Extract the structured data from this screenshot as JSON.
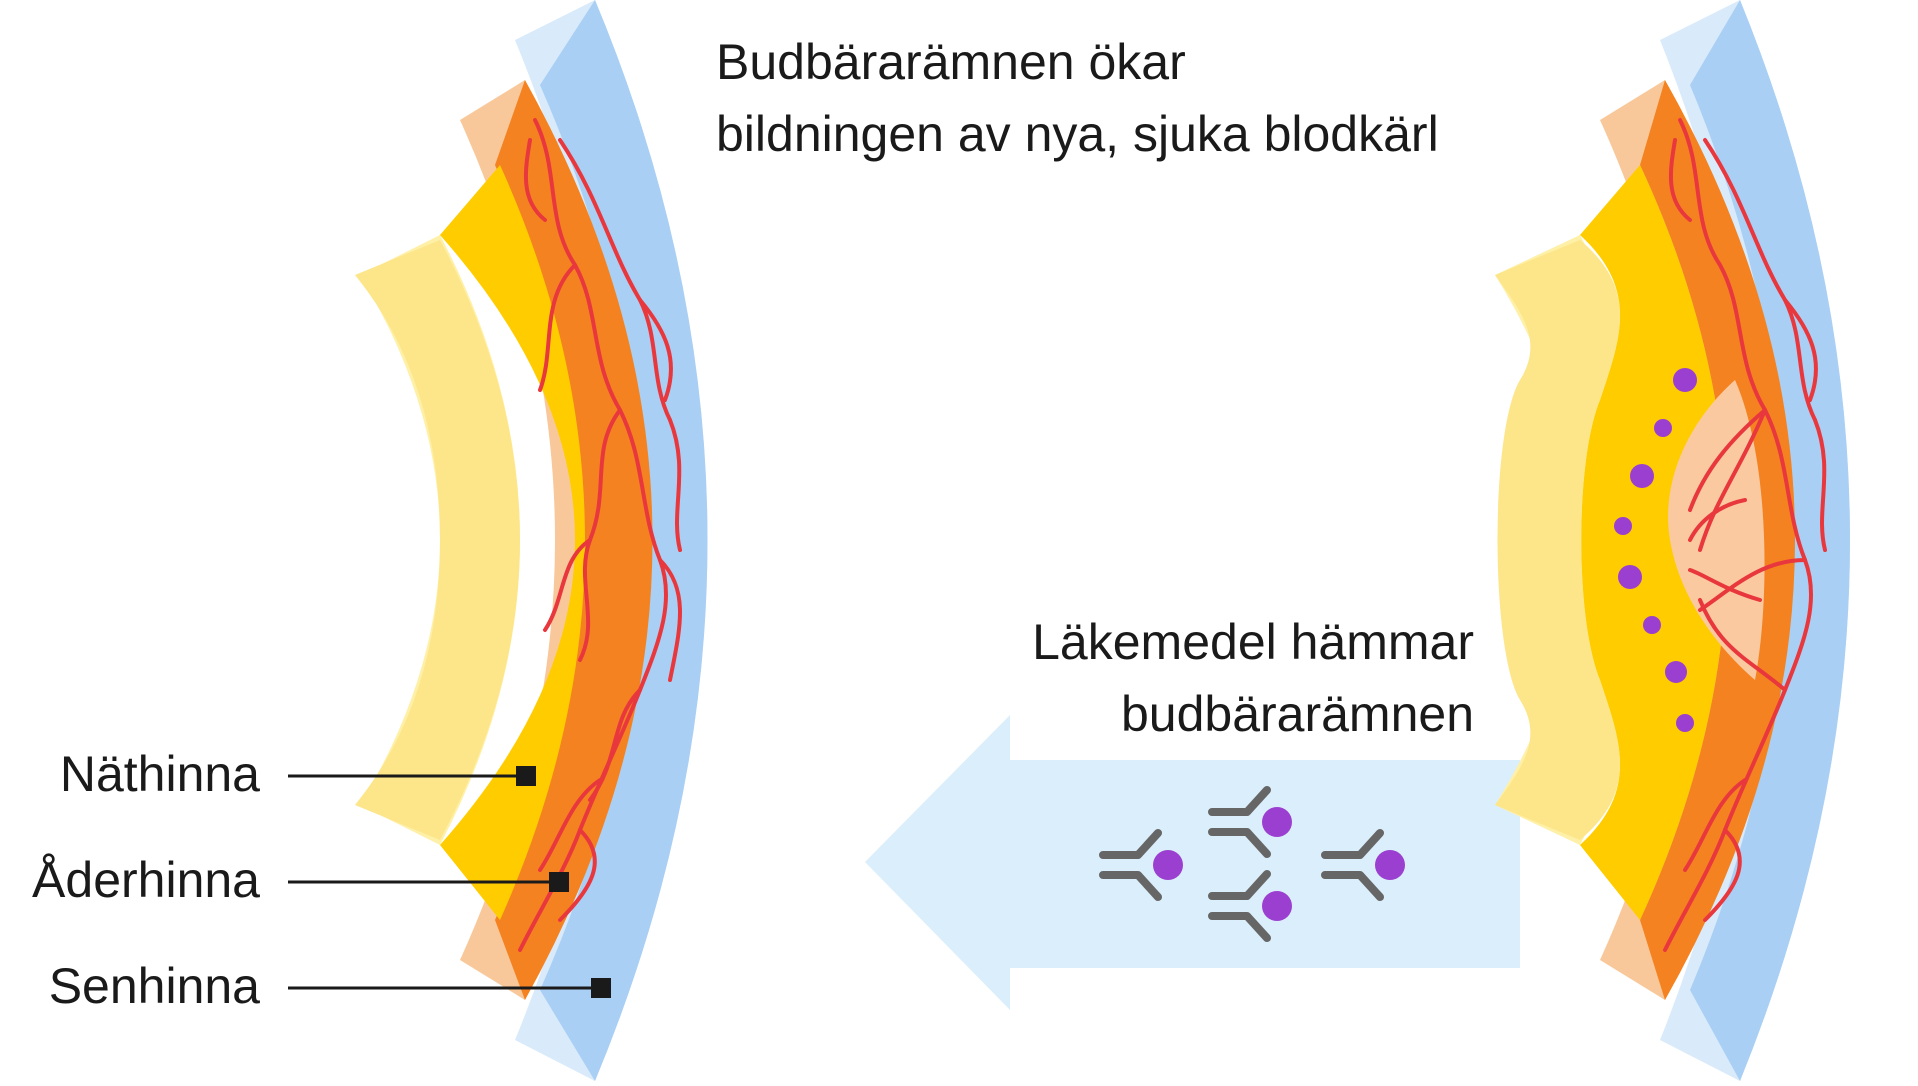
{
  "labels": {
    "retina": "Näthinna",
    "choroid": "Åderhinna",
    "sclera": "Senhinna"
  },
  "captions": {
    "top_line1": "Budbärarämnen ökar",
    "top_line2": "bildningen av nya, sjuka blodkärl",
    "bottom_line1": "Läkemedel hämmar",
    "bottom_line2": "budbärarämnen"
  },
  "colors": {
    "sclera": "#a9cff4",
    "sclera_edge": "#d9eafb",
    "choroid": "#f58220",
    "choroid_edge": "#f9c89a",
    "retina": "#ffcc00",
    "retina_edge": "#fff0a8",
    "retina_inner": "#fde68a",
    "vessel": "#e8383d",
    "arrow": "#dbeefb",
    "molecule": "#9b3fd1",
    "antibody": "#666666",
    "lesion": "#fbc9a0"
  }
}
